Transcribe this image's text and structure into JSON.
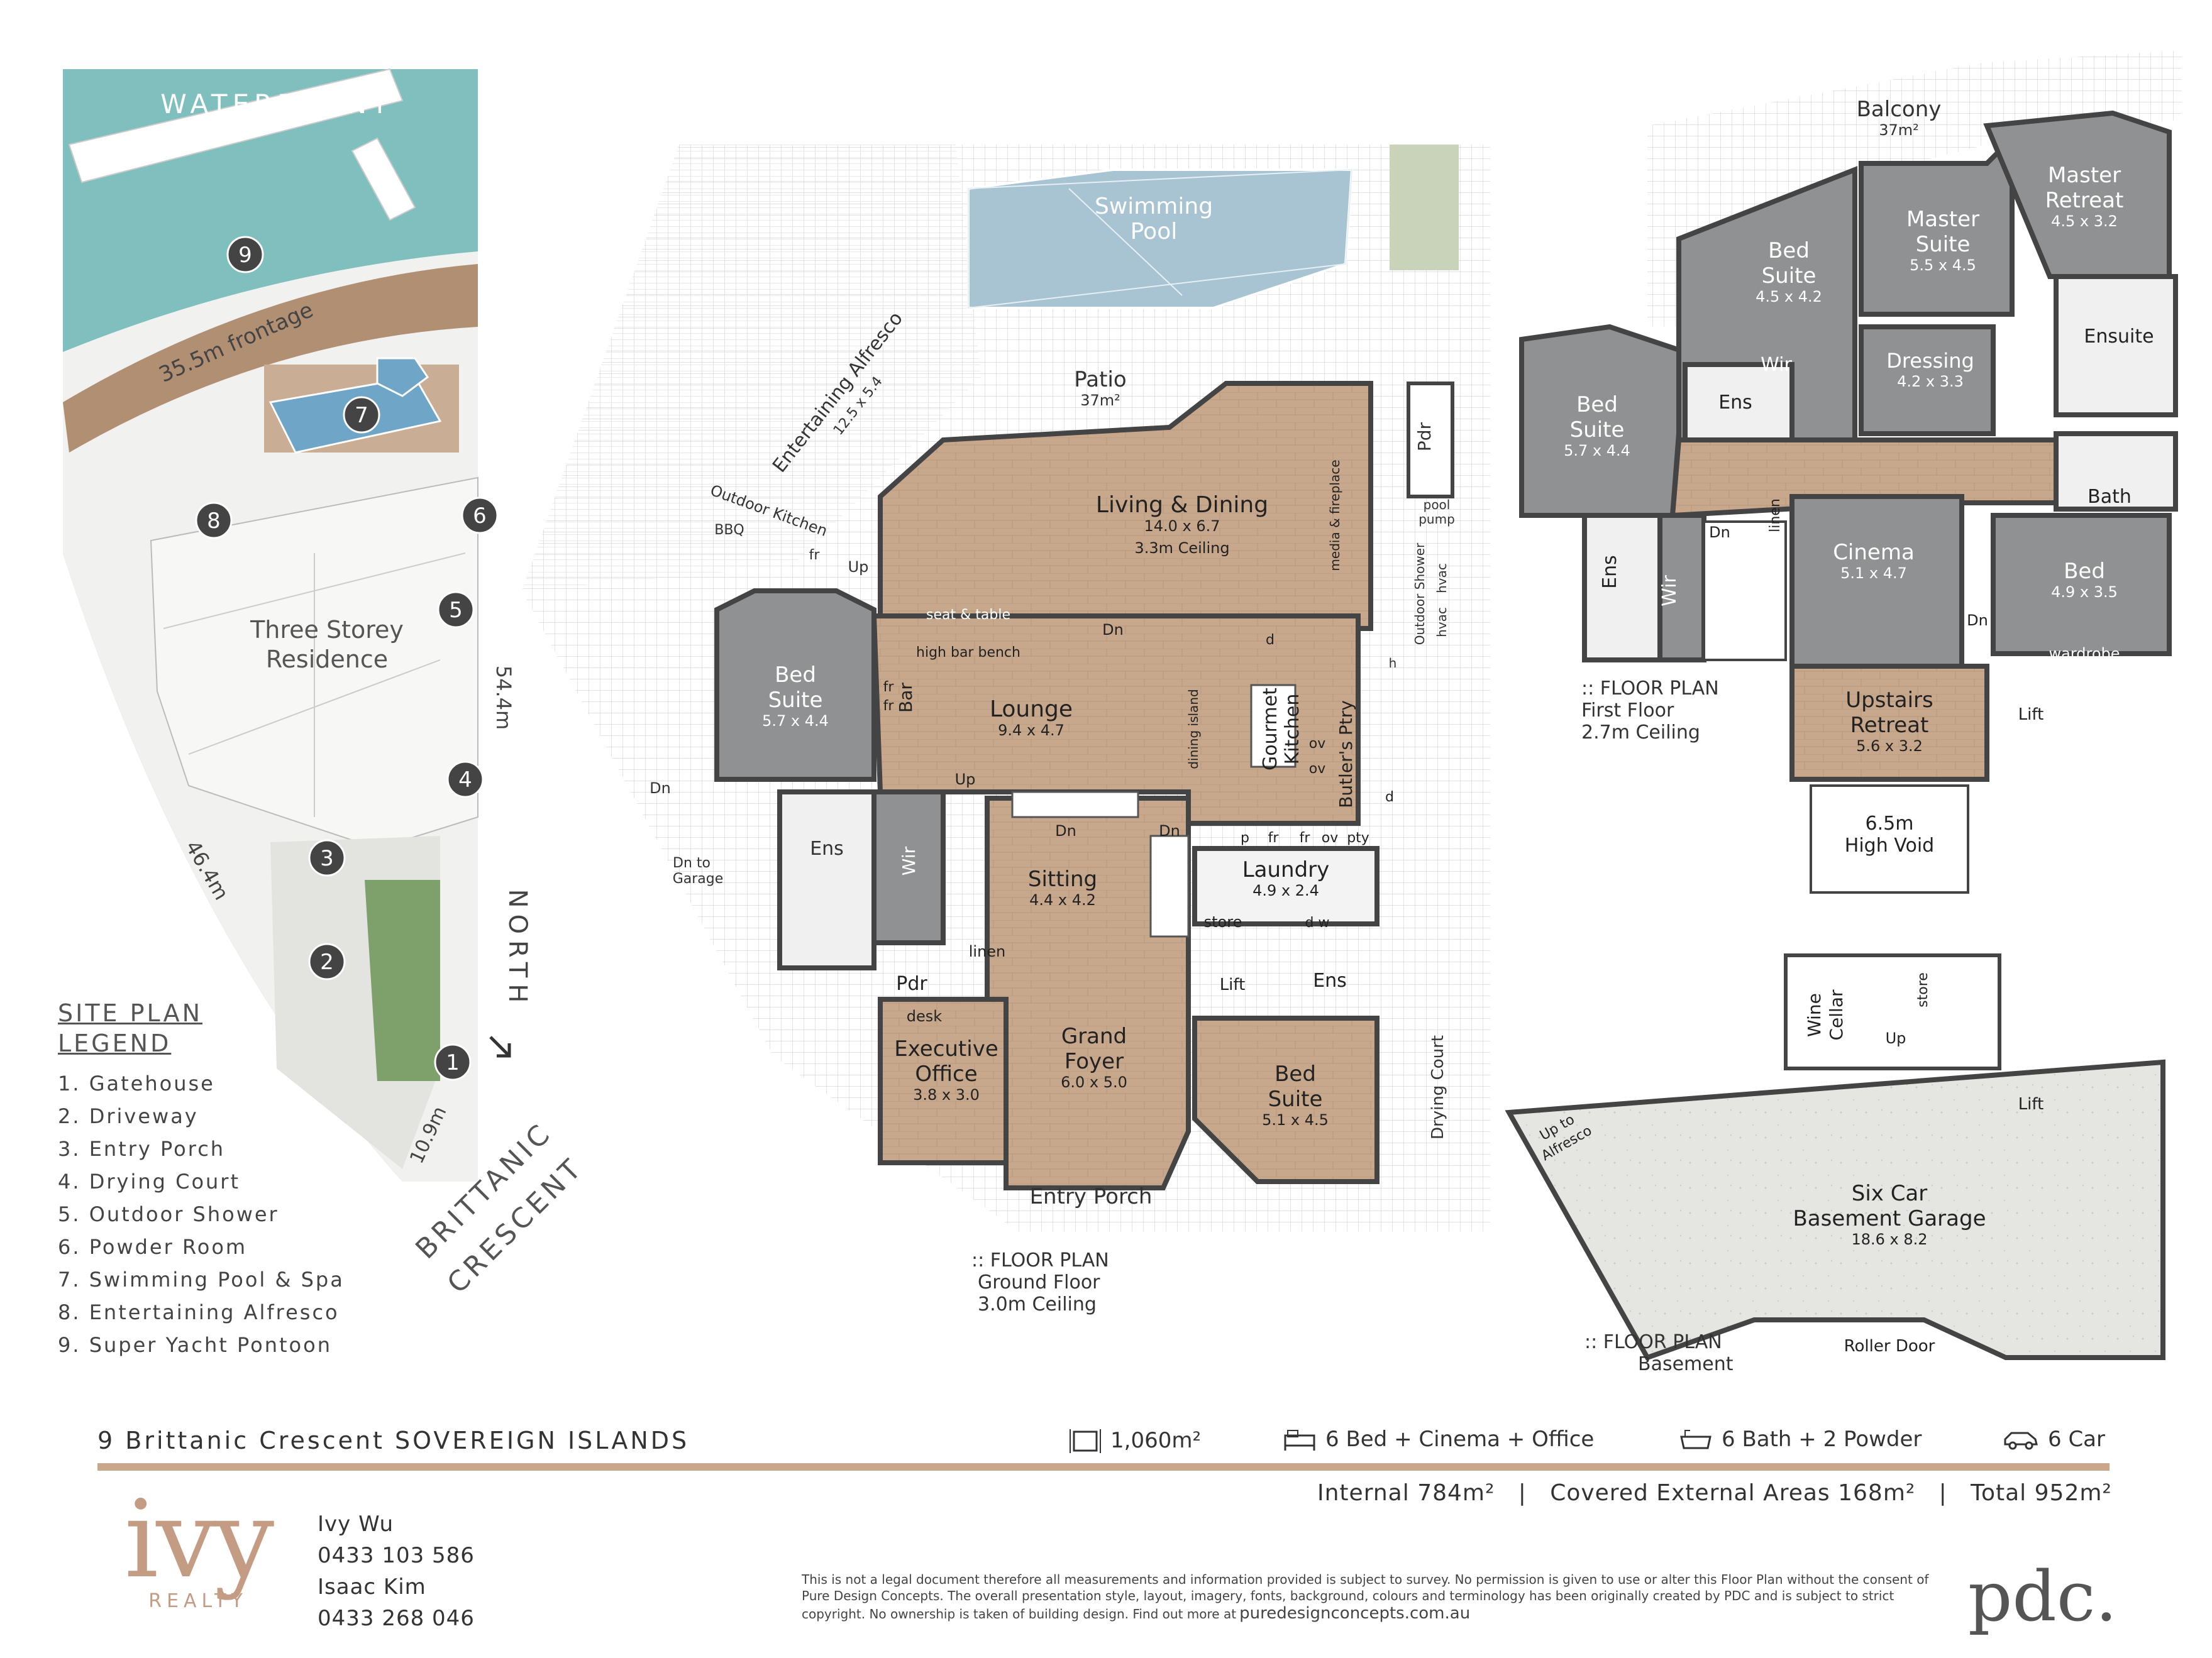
{
  "site_plan": {
    "waterfront": "WATERFRONT",
    "frontage": "35.5m frontage",
    "residence": [
      "Three Storey",
      "Residence"
    ],
    "dim_right": "54.4m",
    "dim_left": "46.4m",
    "dim_bottom": "10.9m",
    "street": [
      "BRITTANIC",
      "CRESCENT"
    ],
    "north": "NORTH",
    "markers": [
      "1",
      "2",
      "3",
      "4",
      "5",
      "6",
      "7",
      "8",
      "9"
    ]
  },
  "legend": {
    "title": [
      "SITE PLAN",
      "LEGEND"
    ],
    "items": [
      "1. Gatehouse",
      "2. Driveway",
      "3. Entry Porch",
      "4. Drying Court",
      "5. Outdoor Shower",
      "6. Powder Room",
      "7. Swimming Pool & Spa",
      "8. Entertaining Alfresco",
      "9. Super Yacht Pontoon"
    ]
  },
  "ground_floor": {
    "swimming_pool": [
      "Swimming",
      "Pool"
    ],
    "alfresco": [
      "Entertaining Alfresco",
      "12.5 x 5.4"
    ],
    "patio": [
      "Patio",
      "37m²"
    ],
    "outdoor_kitchen": "Outdoor Kitchen",
    "bbq": "BBQ",
    "fr": "fr",
    "up": "Up",
    "dn": "Dn",
    "dn_to_garage": [
      "Dn to",
      "Garage"
    ],
    "living": [
      "Living & Dining",
      "14.0 x 6.7",
      "3.3m Ceiling"
    ],
    "media": "media & fireplace",
    "pdr": "Pdr",
    "pool_pump": [
      "pool",
      "pump"
    ],
    "outdoor_shower": "Outdoor Shower",
    "hvac": "hvac",
    "h": "h",
    "seat_table": "seat & table",
    "high_bar_bench": "high bar bench",
    "bed_suite_1": [
      "Bed",
      "Suite",
      "5.7 x 4.4"
    ],
    "bar": "Bar",
    "lounge": [
      "Lounge",
      "9.4 x 4.7"
    ],
    "dining_island": "dining island",
    "gourmet": [
      "Gourmet",
      "Kitchen"
    ],
    "butlers": "Butler's Ptry",
    "ov": "ov",
    "d": "d",
    "pantry_row": [
      "p",
      "fr",
      "fr",
      "ov",
      "pty"
    ],
    "ens": "Ens",
    "wir": "Wir",
    "sitting": [
      "Sitting",
      "4.4 x 4.2"
    ],
    "laundry": [
      "Laundry",
      "4.9 x 2.4"
    ],
    "store": "store",
    "dw": "d w",
    "linen": "linen",
    "lift": "Lift",
    "desk": "desk",
    "exec_office": [
      "Executive",
      "Office",
      "3.8 x 3.0"
    ],
    "grand_foyer": [
      "Grand",
      "Foyer",
      "6.0 x 5.0"
    ],
    "bed_suite_2": [
      "Bed",
      "Suite",
      "5.1 x 4.5"
    ],
    "drying_court": "Drying Court",
    "entry_porch": "Entry Porch",
    "caption": [
      ":: FLOOR PLAN",
      "Ground Floor",
      "3.0m Ceiling"
    ]
  },
  "first_floor": {
    "balcony": [
      "Balcony",
      "37m²"
    ],
    "master_retreat": [
      "Master",
      "Retreat",
      "4.5 x 3.2"
    ],
    "master_suite": [
      "Master",
      "Suite",
      "5.5 x 4.5"
    ],
    "bed_suite_a": [
      "Bed",
      "Suite",
      "4.5 x 4.2"
    ],
    "bed_suite_b": [
      "Bed",
      "Suite",
      "5.7 x 4.4"
    ],
    "ensuite": "Ensuite",
    "dressing": [
      "Dressing",
      "4.2 x 3.3"
    ],
    "wir": "Wir",
    "ens": "Ens",
    "bath": "Bath",
    "linen": "linen",
    "dn": "Dn",
    "cinema": [
      "Cinema",
      "5.1 x 4.7"
    ],
    "bed": [
      "Bed",
      "4.9 x 3.5"
    ],
    "wardrobe": "wardrobe",
    "upstairs_retreat": [
      "Upstairs",
      "Retreat",
      "5.6 x 3.2"
    ],
    "lift": "Lift",
    "void": [
      "6.5m",
      "High Void"
    ],
    "caption": [
      ":: FLOOR PLAN",
      "First Floor",
      "2.7m Ceiling"
    ]
  },
  "basement": {
    "wine": [
      "Wine",
      "Cellar"
    ],
    "store": "store",
    "up": "Up",
    "lift": "Lift",
    "up_alfresco": [
      "Up to",
      "Alfresco"
    ],
    "garage": [
      "Six Car",
      "Basement Garage",
      "18.6 x 8.2"
    ],
    "roller": "Roller Door",
    "caption": [
      ":: FLOOR PLAN",
      "Basement"
    ]
  },
  "footer": {
    "address": "9 Brittanic Crescent SOVEREIGN ISLANDS",
    "area": "1,060m²",
    "beds": "6 Bed + Cinema + Office",
    "baths": "6 Bath + 2 Powder",
    "cars": "6 Car",
    "areas_line": "Internal 784m²   |   Covered External Areas 168m²   |   Total 952m²",
    "logo": "ivy",
    "logo_sub": "REALTY",
    "agents": [
      "Ivy Wu",
      "0433 103 586",
      "Isaac Kim",
      "0433 268 046"
    ],
    "disclaimer": "This is not a legal document therefore all measurements and information provided is subject to survey. No permission is given to use or alter this Floor Plan without the consent of Pure Design Concepts. The overall presentation style, layout, imagery, fonts, background, colours and terminology has been originally created by PDC and is subject to strict copyright. No ownership is taken of building design. Find out more at",
    "pdc_url": "puredesignconcepts.com.au",
    "pdc_logo": "pdc."
  },
  "colors": {
    "water": "#7fbfbe",
    "deck": "#b9967a",
    "timber": "#c6a78b",
    "grey_room": "#8f9192",
    "accent": "#c9a78a",
    "garage": "#e6e6e3"
  }
}
